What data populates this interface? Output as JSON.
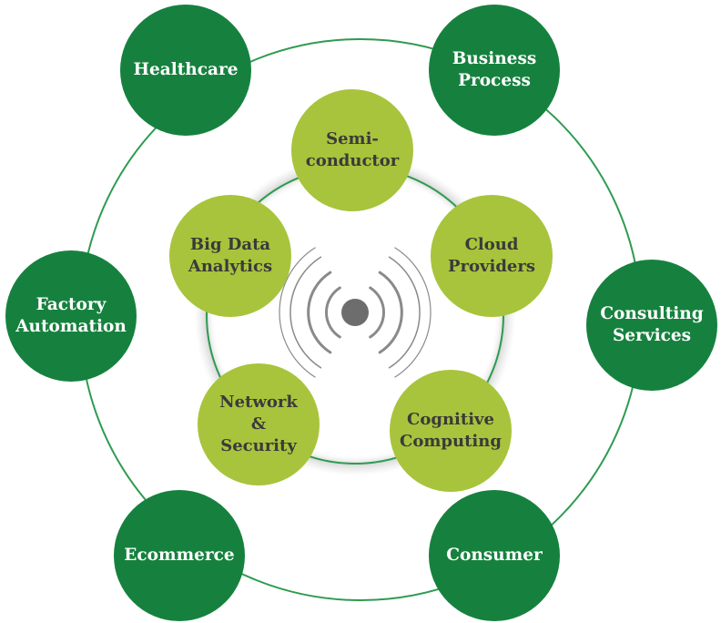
{
  "diagram": {
    "outer_ring": [
      {
        "label": "Healthcare"
      },
      {
        "label": "Business\nProcess"
      },
      {
        "label": "Factory\nAutomation"
      },
      {
        "label": "Consulting\nServices"
      },
      {
        "label": "Ecommerce"
      },
      {
        "label": "Consumer"
      }
    ],
    "inner_ring": [
      {
        "label": "Semi-\nconductor"
      },
      {
        "label": "Big Data\nAnalytics"
      },
      {
        "label": "Cloud\nProviders"
      },
      {
        "label": "Network\n&\nSecurity"
      },
      {
        "label": "Cognitive\nComputing"
      }
    ],
    "colors": {
      "outer_fill": "#16813e",
      "inner_fill": "#a8c43c",
      "ring_line": "#2e9b50",
      "center_icon": "#6d6d6d",
      "outer_text": "#ffffff",
      "inner_text": "#3a3a3a"
    },
    "center_icon": "wireless-signal-icon"
  }
}
